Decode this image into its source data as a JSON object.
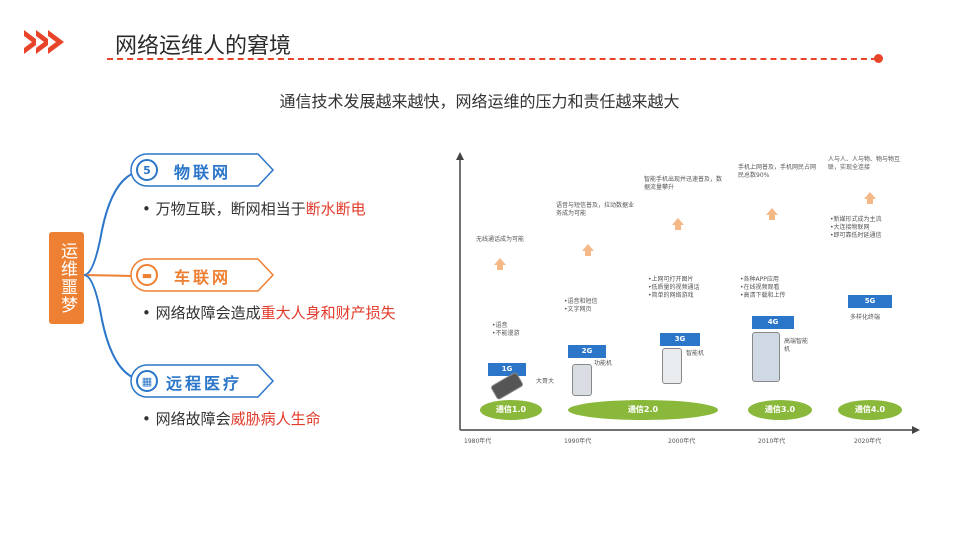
{
  "header": {
    "title": "网络运维人的窘境",
    "accent_color": "#e8442a"
  },
  "subtitle": "通信技术发展越来越快，网络运维的压力和责任越来越大",
  "side_label": "运维噩梦",
  "items": [
    {
      "icon": "5g-icon",
      "title": "物联网",
      "bullet_prefix": "万物互联，断网相当于",
      "bullet_highlight": "断水断电"
    },
    {
      "icon": "car-icon",
      "title": "车联网",
      "bullet_prefix": "网络故障会造成",
      "bullet_highlight": "重大人身和财产损失"
    },
    {
      "icon": "hospital-icon",
      "title": "远程医疗",
      "bullet_prefix": "网络故障会",
      "bullet_highlight": "威胁病人生命"
    }
  ],
  "timeline": {
    "eras": [
      "通信1.0",
      "通信2.0",
      "通信3.0",
      "通信4.0"
    ],
    "years": [
      "1980年代",
      "1990年代",
      "2000年代",
      "2010年代",
      "2020年代"
    ],
    "generations": [
      "1G",
      "2G",
      "3G",
      "4G",
      "5G"
    ],
    "captions": {
      "c1": "无线通话成为可能",
      "c2": "语音与短信普及，拉动数据业务成为可能",
      "c3": "智能手机出现并迅速普及，数据流量攀升",
      "c4": "手机上网普及，手机网民占网民总数90%",
      "c5": "人与人、人与物、物与物互联，实现全连接",
      "g1_note": "•语音\n•不能漫游",
      "g2_note": "•语音和短信\n•文字网页",
      "g3_note": "•上网可打开图片\n•低质量的视频通话\n•简单的网络游戏",
      "g4_note": "•各种APP应用\n•在线视频观看\n•高清下载和上传",
      "g5_note": "•新媒形式成为主流\n•大连接物联网\n•即可靠低时延通信",
      "d1": "大哥大",
      "d2": "功能机",
      "d3": "智能机",
      "d4": "高端智能机",
      "d5": "多样化终端"
    }
  }
}
